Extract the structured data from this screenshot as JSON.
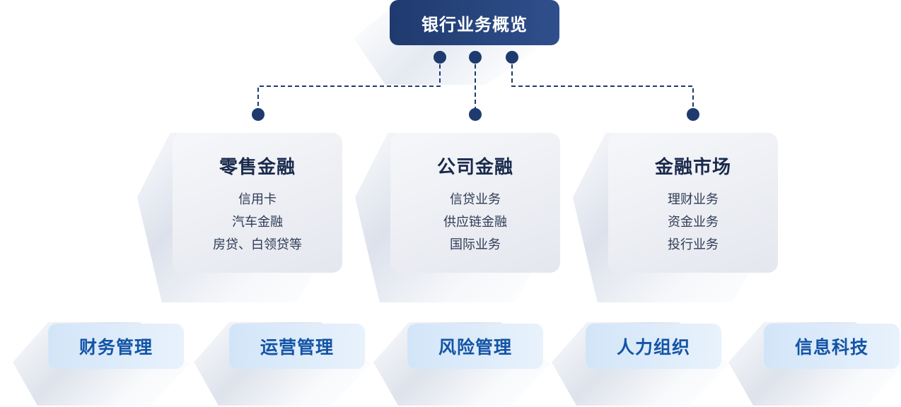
{
  "root": {
    "title": "银行业务概览"
  },
  "business_lines": [
    {
      "title": "零售金融",
      "items": [
        "信用卡",
        "汽车金融",
        "房贷、白领贷等"
      ]
    },
    {
      "title": "公司金融",
      "items": [
        "信贷业务",
        "供应链金融",
        "国际业务"
      ]
    },
    {
      "title": "金融市场",
      "items": [
        "理财业务",
        "资金业务",
        "投行业务"
      ]
    }
  ],
  "support_functions": [
    "财务管理",
    "运营管理",
    "风险管理",
    "人力组织",
    "信息科技"
  ],
  "colors": {
    "root_bg": "#1f3a6e",
    "connector": "#1f3a6e",
    "card_title": "#1a2a4c",
    "dept_text": "#1454a6",
    "dept_bg": "#d2e5f8"
  }
}
